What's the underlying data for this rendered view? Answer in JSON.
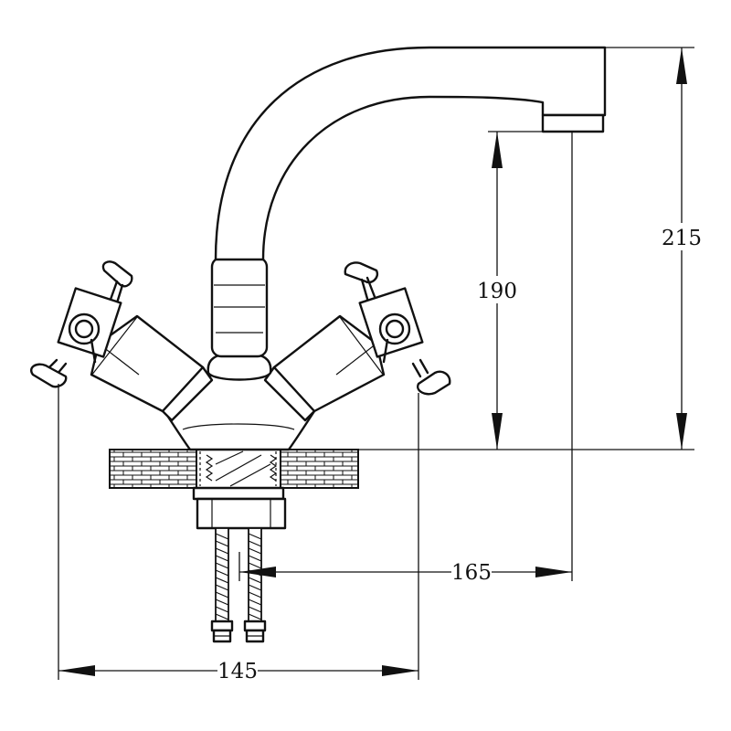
{
  "drawing": {
    "subject": "",
    "dimensions": {
      "total_height": "215",
      "spout_height": "190",
      "spout_reach": "165",
      "handle_span": "145"
    }
  }
}
